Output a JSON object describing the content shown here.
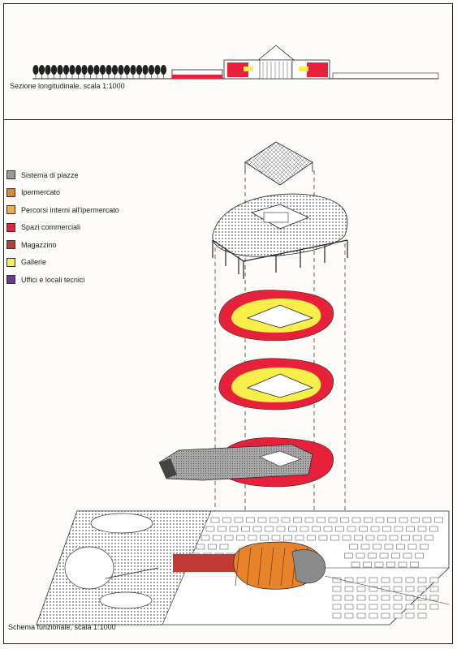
{
  "top_caption": "Sezione longitudinale, scala 1:1000",
  "bottom_caption": "Schema funzionale, scala 1:1000",
  "legend": [
    {
      "label": "Sistema di piazze",
      "color": "#9a9a9a"
    },
    {
      "label": "Ipermercato",
      "color": "#e8832a"
    },
    {
      "label": "Percorsi interni all'ipermercato",
      "color": "#f4a94a"
    },
    {
      "label": "Spazi commerciali",
      "color": "#e8213a"
    },
    {
      "label": "Magazzino",
      "color": "#c23a36"
    },
    {
      "label": "Gallerie",
      "color": "#f7ee4a"
    },
    {
      "label": "Uffici e locali tecnici",
      "color": "#6b3a8f"
    }
  ]
}
